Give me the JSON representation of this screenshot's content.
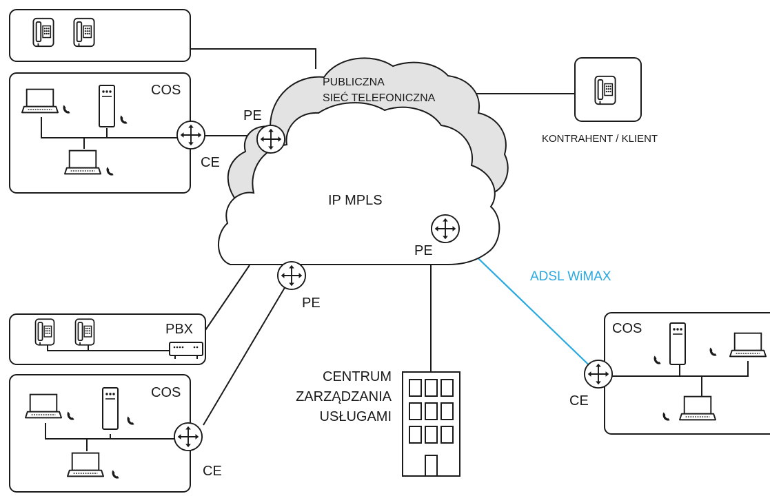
{
  "labels": {
    "publiczna_line1": "PUBLICZNA",
    "publiczna_line2": "SIEĆ TELEFONICZNA",
    "ip_mpls": "IP MPLS",
    "kontrahent": "KONTRAHENT / KLIENT",
    "adsl_wimax": "ADSL WiMAX",
    "cos_top": "COS",
    "cos_bottom": "COS",
    "cos_right": "COS",
    "pbx": "PBX",
    "pe_top": "PE",
    "pe_right": "PE",
    "pe_bottom": "PE",
    "ce_top": "CE",
    "ce_bottom": "CE",
    "ce_right": "CE",
    "centrum_line1": "CENTRUM",
    "centrum_line2": "ZARZĄDZANIA",
    "centrum_line3": "USŁUGAMI"
  },
  "colors": {
    "line": "#1a1a1a",
    "outer_cloud_fill": "#e3e3e3",
    "inner_cloud_fill": "#ffffff",
    "adsl_link": "#29a9e0"
  },
  "icons": [
    "phone-icon",
    "laptop-icon",
    "server-icon",
    "router-icon",
    "modem-icon",
    "building-icon",
    "handset-icon"
  ]
}
